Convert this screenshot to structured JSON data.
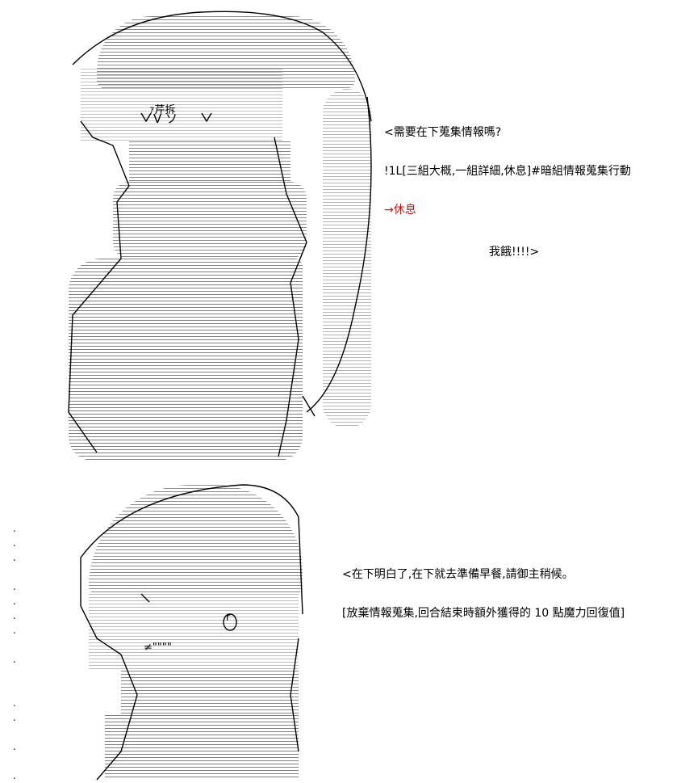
{
  "panel1": {
    "lines": [
      "<需要在下蒐集情報嗎?",
      "!1L[三組大概,一組詳細,休息]#暗組情報蒐集行動",
      "→休息",
      "我餓!!!!>"
    ],
    "accent_color": "#cc1111"
  },
  "panel2": {
    "lines": [
      "<在下明白了,在下就去準備早餐,請御主稍候。",
      "[放棄情報蒐集,回合結束時額外獲得的 10 點魔力回復值]"
    ]
  }
}
